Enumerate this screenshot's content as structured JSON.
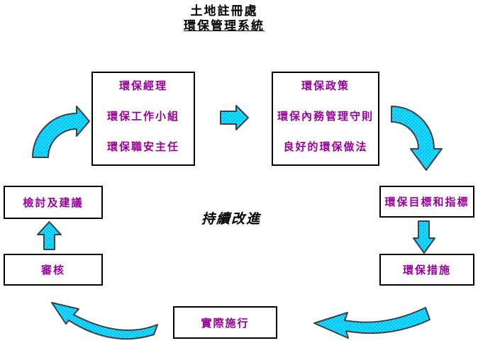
{
  "title": {
    "line1": "土地註冊處",
    "line2": "環保管理系統"
  },
  "center_label": "持續改進",
  "boxes": {
    "team": {
      "lines": [
        "環保經理",
        "環保工作小組",
        "環保職安主任"
      ]
    },
    "policy": {
      "lines": [
        "環保政策",
        "環保內務管理守則",
        "良好的環保做法"
      ]
    },
    "objectives": "環保目標和指標",
    "measures": "環保措施",
    "implementation": "實際施行",
    "audit": "審核",
    "review": "檢討及建議"
  },
  "arrows": [
    {
      "name": "curve-up-right-into-team",
      "direction": "right"
    },
    {
      "name": "team-to-policy",
      "direction": "right"
    },
    {
      "name": "curve-down-from-policy-to-objectives",
      "direction": "down"
    },
    {
      "name": "objectives-to-measures",
      "direction": "down"
    },
    {
      "name": "measures-to-implementation",
      "direction": "left"
    },
    {
      "name": "implementation-to-audit",
      "direction": "up-left"
    },
    {
      "name": "audit-to-review",
      "direction": "up"
    }
  ],
  "colors": {
    "arrow_fill": "#00CCFF",
    "arrow_speckle": "#7FE3FF",
    "arrow_outline": "#404040",
    "box_border": "#000000",
    "box_text": "#990099",
    "title_text": "#000000",
    "background": "#FFFFFF"
  }
}
